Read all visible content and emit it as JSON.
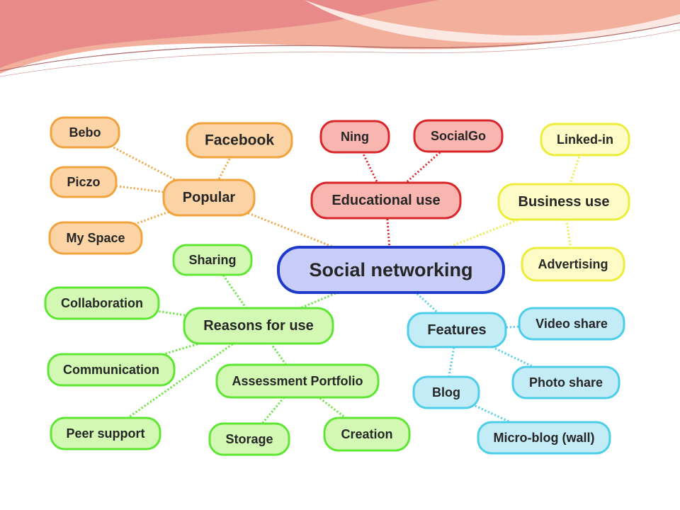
{
  "colors": {
    "orange": {
      "fill": "#fbd3a4",
      "stroke": "#f1a33e"
    },
    "red": {
      "fill": "#f9b5b0",
      "stroke": "#d9262a"
    },
    "yellow": {
      "fill": "#fdfbc6",
      "stroke": "#ecec3a"
    },
    "green": {
      "fill": "#d3f8b4",
      "stroke": "#5fe634"
    },
    "cyan": {
      "fill": "#c3ecf7",
      "stroke": "#4ccde8"
    },
    "blue": {
      "fill": "#c7cdf6",
      "stroke": "#1f3acb"
    },
    "header_pink": "#e98c8c",
    "header_peach": "#f3b49a"
  },
  "nodes": [
    {
      "id": "social",
      "label": "Social networking",
      "color": "blue"
    },
    {
      "id": "popular",
      "label": "Popular",
      "color": "orange"
    },
    {
      "id": "facebook",
      "label": "Facebook",
      "color": "orange"
    },
    {
      "id": "bebo",
      "label": "Bebo",
      "color": "orange"
    },
    {
      "id": "piczo",
      "label": "Piczo",
      "color": "orange"
    },
    {
      "id": "myspace",
      "label": "My Space",
      "color": "orange"
    },
    {
      "id": "edu",
      "label": "Educational use",
      "color": "red"
    },
    {
      "id": "ning",
      "label": "Ning",
      "color": "red"
    },
    {
      "id": "socialgo",
      "label": "SocialGo",
      "color": "red"
    },
    {
      "id": "business",
      "label": "Business use",
      "color": "yellow"
    },
    {
      "id": "linkedin",
      "label": "Linked-in",
      "color": "yellow"
    },
    {
      "id": "advertising",
      "label": "Advertising",
      "color": "yellow"
    },
    {
      "id": "reasons",
      "label": "Reasons for use",
      "color": "green"
    },
    {
      "id": "sharing",
      "label": "Sharing",
      "color": "green"
    },
    {
      "id": "collab",
      "label": "Collaboration",
      "color": "green"
    },
    {
      "id": "comm",
      "label": "Communication",
      "color": "green"
    },
    {
      "id": "peer",
      "label": "Peer support",
      "color": "green"
    },
    {
      "id": "assess",
      "label": "Assessment Portfolio",
      "color": "green"
    },
    {
      "id": "storage",
      "label": "Storage",
      "color": "green"
    },
    {
      "id": "creation",
      "label": "Creation",
      "color": "green"
    },
    {
      "id": "features",
      "label": "Features",
      "color": "cyan"
    },
    {
      "id": "video",
      "label": "Video share",
      "color": "cyan"
    },
    {
      "id": "photo",
      "label": "Photo share",
      "color": "cyan"
    },
    {
      "id": "blog",
      "label": "Blog",
      "color": "cyan"
    },
    {
      "id": "micro",
      "label": "Micro-blog (wall)",
      "color": "cyan"
    }
  ],
  "edges": [
    [
      "social",
      "popular"
    ],
    [
      "popular",
      "facebook"
    ],
    [
      "popular",
      "bebo"
    ],
    [
      "popular",
      "piczo"
    ],
    [
      "popular",
      "myspace"
    ],
    [
      "social",
      "edu"
    ],
    [
      "edu",
      "ning"
    ],
    [
      "edu",
      "socialgo"
    ],
    [
      "social",
      "business"
    ],
    [
      "business",
      "linkedin"
    ],
    [
      "business",
      "advertising"
    ],
    [
      "social",
      "reasons"
    ],
    [
      "reasons",
      "sharing"
    ],
    [
      "reasons",
      "collab"
    ],
    [
      "reasons",
      "comm"
    ],
    [
      "reasons",
      "peer"
    ],
    [
      "reasons",
      "assess"
    ],
    [
      "assess",
      "storage"
    ],
    [
      "assess",
      "creation"
    ],
    [
      "social",
      "features"
    ],
    [
      "features",
      "video"
    ],
    [
      "features",
      "photo"
    ],
    [
      "features",
      "blog"
    ],
    [
      "blog",
      "micro"
    ]
  ]
}
